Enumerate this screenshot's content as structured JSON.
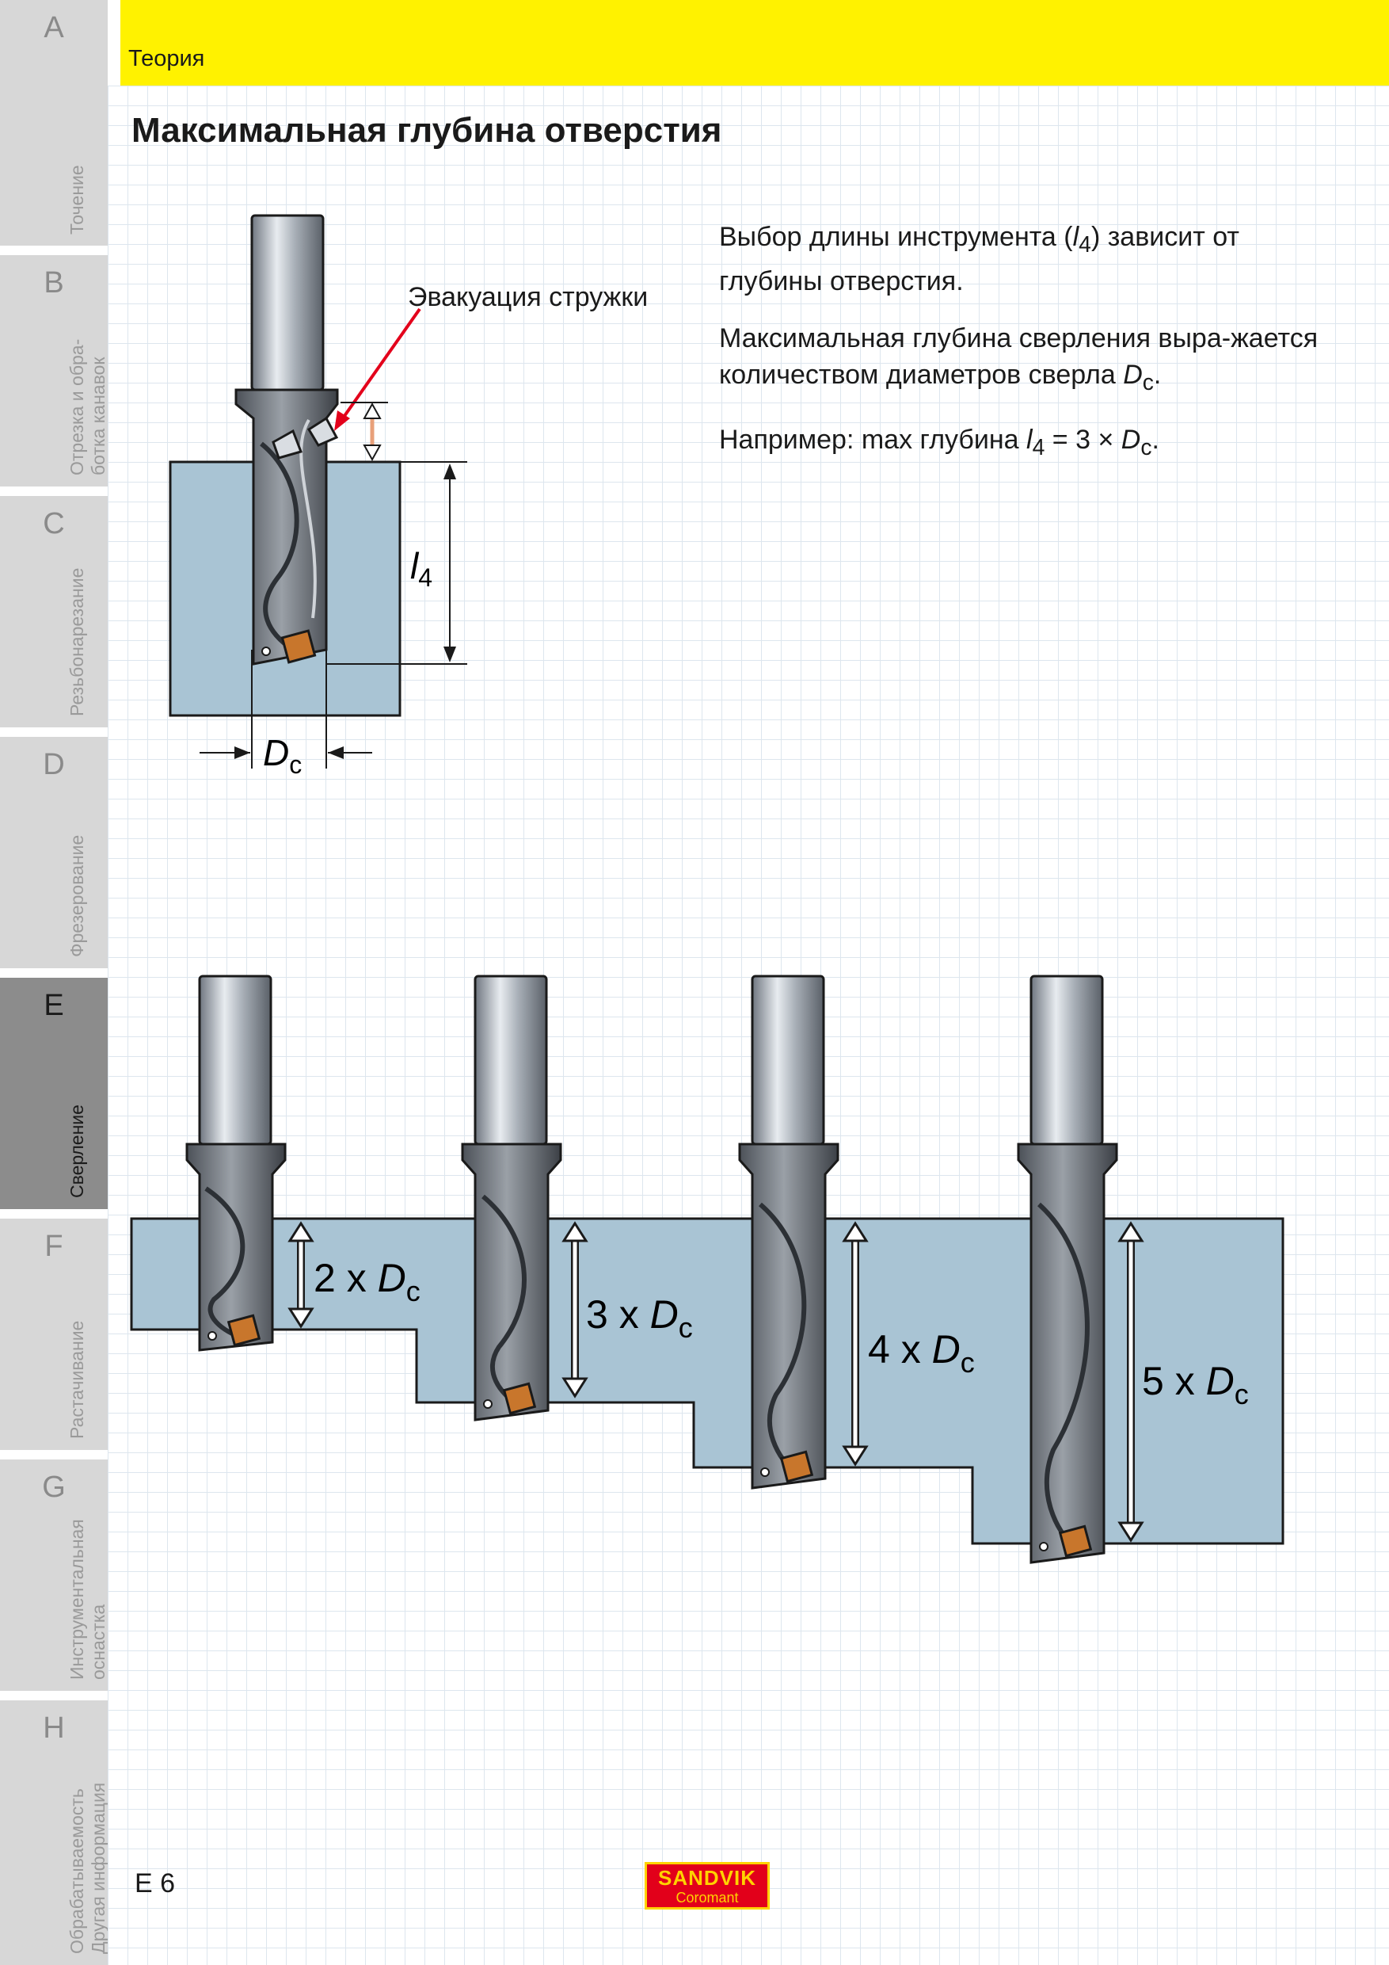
{
  "header": {
    "section": "Теория"
  },
  "sidebar": {
    "tabs": [
      {
        "letter": "A",
        "label": "Точение"
      },
      {
        "letter": "B",
        "label": "Отрезка и обра-\nботка канавок"
      },
      {
        "letter": "C",
        "label": "Резьбонарезание"
      },
      {
        "letter": "D",
        "label": "Фрезерование"
      },
      {
        "letter": "E",
        "label": "Сверление",
        "active": true
      },
      {
        "letter": "F",
        "label": "Растачивание"
      },
      {
        "letter": "G",
        "label": "Инструментальная\nоснастка"
      },
      {
        "letter": "H",
        "label": "Обрабатываемость\nДругая информация"
      }
    ]
  },
  "page": {
    "title": "Максимальная глубина отверстия",
    "paragraph1_a": "Выбор длины инструмента (",
    "paragraph1_var": "l",
    "paragraph1_sub": "4",
    "paragraph1_b": ") зависит от глубины отверстия.",
    "paragraph2_a": "Максимальная глубина сверления выра-жается количеством диаметров сверла ",
    "paragraph2_var": "D",
    "paragraph2_sub": "c",
    "paragraph2_b": ".",
    "paragraph3_a": "Например: max глубина ",
    "paragraph3_var1": "l",
    "paragraph3_sub1": "4",
    "paragraph3_mid": " = 3 × ",
    "paragraph3_var2": "D",
    "paragraph3_sub2": "c",
    "paragraph3_b": "."
  },
  "diagram": {
    "chip_label": "Эвакуация стружки",
    "length_label": "l",
    "length_sub": "4",
    "diameter_label": "D",
    "diameter_sub": "c",
    "depths": [
      {
        "mult": "2 x ",
        "var": "D",
        "sub": "c"
      },
      {
        "mult": "3 x ",
        "var": "D",
        "sub": "c"
      },
      {
        "mult": "4 x ",
        "var": "D",
        "sub": "c"
      },
      {
        "mult": "5 x ",
        "var": "D",
        "sub": "c"
      }
    ]
  },
  "footer": {
    "page_number": "E 6",
    "logo_line1": "SANDVIK",
    "logo_line2": "Coromant"
  },
  "colors": {
    "header_yellow": "#fff200",
    "workpiece_blue": "#a9c4d4",
    "arrow_red": "#e3001b",
    "insert_orange": "#c8762c"
  }
}
